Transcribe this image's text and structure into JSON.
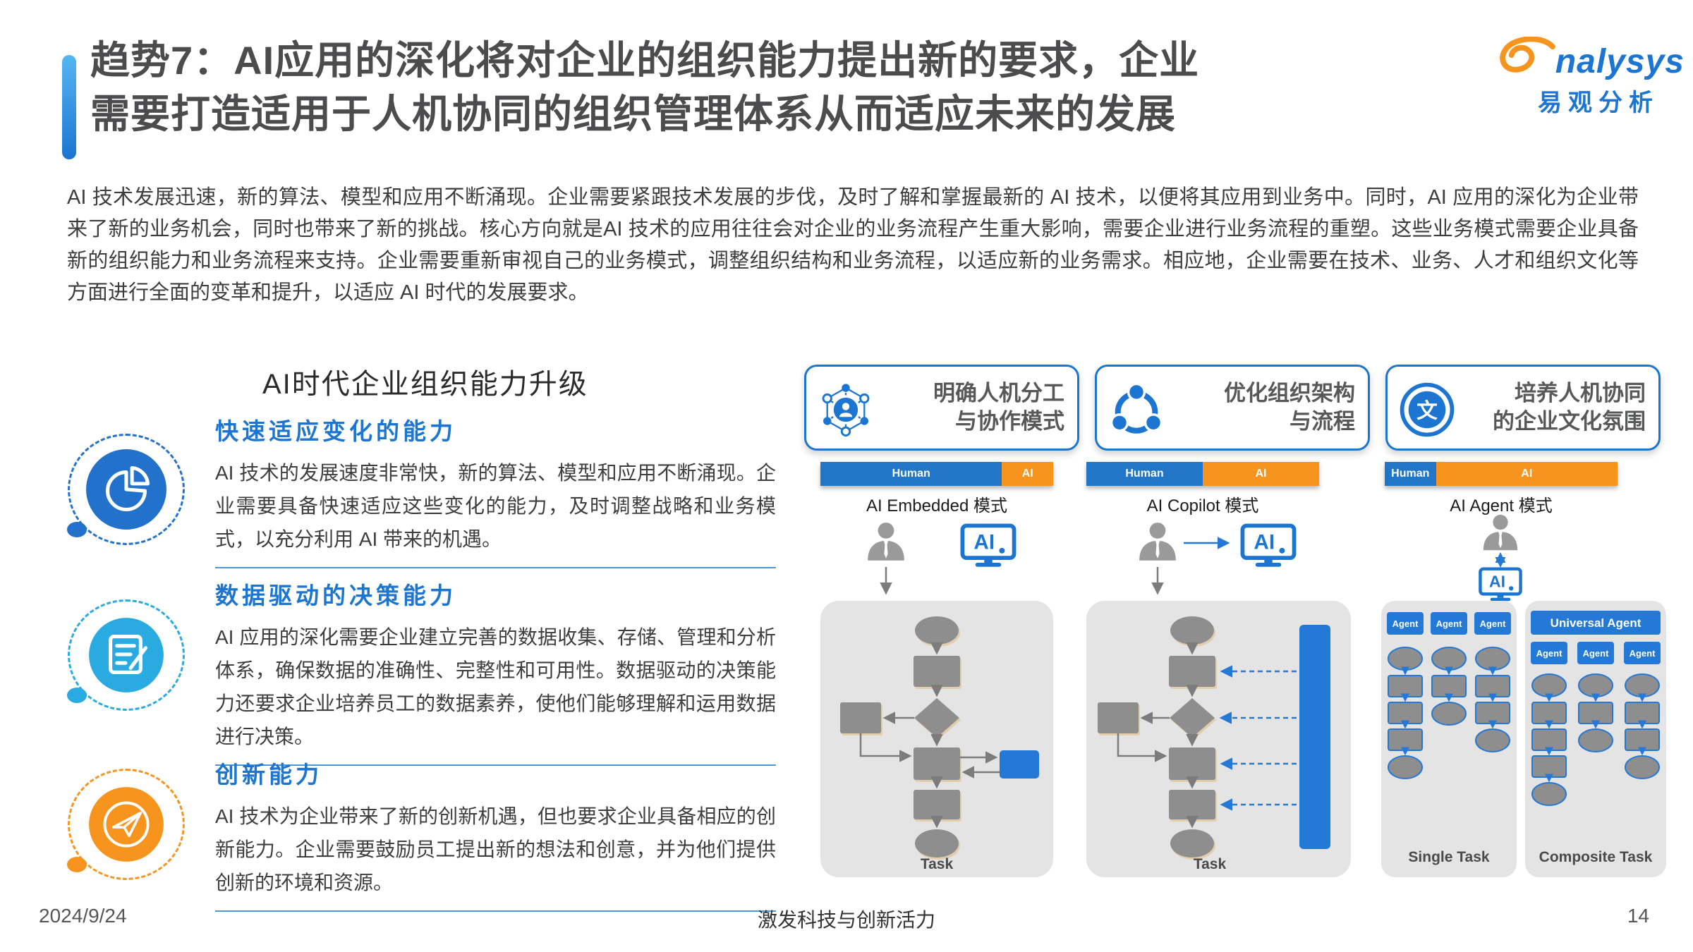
{
  "header": {
    "title_line1": "趋势7：AI应用的深化将对企业的组织能力提出新的要求，企业",
    "title_line2": "需要打造适用于人机协同的组织管理体系从而适应未来的发展",
    "logo_brand": "nalysys",
    "logo_cn": "易观分析"
  },
  "intro": "AI 技术发展迅速，新的算法、模型和应用不断涌现。企业需要紧跟技术发展的步伐，及时了解和掌握最新的 AI 技术，以便将其应用到业务中。同时，AI 应用的深化为企业带来了新的业务机会，同时也带来了新的挑战。核心方向就是AI 技术的应用往往会对企业的业务流程产生重大影响，需要企业进行业务流程的重塑。这些业务模式需要企业具备新的组织能力和业务流程来支持。企业需要重新审视自己的业务模式，调整组织结构和业务流程，以适应新的业务需求。相应地，企业需要在技术、业务、人才和组织文化等方面进行全面的变革和提升，以适应 AI 时代的发展要求。",
  "capabilities": {
    "title": "AI时代企业组织能力升级",
    "items": [
      {
        "heading": "快速适应变化的能力",
        "body": "AI 技术的发展速度非常快，新的算法、模型和应用不断涌现。企业需要具备快速适应这些变化的能力，及时调整战略和业务模式，以充分利用 AI 带来的机遇。",
        "icon": "pie-chart-icon",
        "color": "#2272cc"
      },
      {
        "heading": "数据驱动的决策能力",
        "body": "AI 应用的深化需要企业建立完善的数据收集、存储、管理和分析体系，确保数据的准确性、完整性和可用性。数据驱动的决策能力还要求企业培养员工的数据素养，使他们能够理解和运用数据进行决策。",
        "icon": "document-edit-icon",
        "color": "#29abe2"
      },
      {
        "heading": "创新能力",
        "body": "AI 技术为企业带来了新的创新机遇，但也要求企业具备相应的创新能力。企业需要鼓励员工提出新的想法和创意，并为他们提供创新的环境和资源。",
        "icon": "paper-plane-icon",
        "color": "#f7941e"
      }
    ]
  },
  "modes": {
    "cards": [
      {
        "title_line1": "明确人机分工",
        "title_line2": "与协作模式",
        "icon": "human-machine-network-icon"
      },
      {
        "title_line1": "优化组织架构",
        "title_line2": "与流程",
        "icon": "share-network-icon"
      },
      {
        "title_line1": "培养人机协同",
        "title_line2": "的企业文化氛围",
        "icon": "culture-language-icon"
      }
    ],
    "bars": [
      {
        "human_label": "Human",
        "ai_label": "AI",
        "human_pct": 78,
        "ai_pct": 22
      },
      {
        "human_label": "Human",
        "ai_label": "AI",
        "human_pct": 50,
        "ai_pct": 50
      },
      {
        "human_label": "Human",
        "ai_label": "AI",
        "human_pct": 22,
        "ai_pct": 78
      }
    ],
    "mode_labels": [
      "AI Embedded 模式",
      "AI Copilot 模式",
      "AI Agent 模式"
    ],
    "ai_icon_label": "AI",
    "task_label": "Task",
    "agent_label": "Agent",
    "universal_agent_label": "Universal Agent",
    "single_task_label": "Single Task",
    "composite_task_label": "Composite Task"
  },
  "footer": {
    "date": "2024/9/24",
    "slogan": "激发科技与创新活力",
    "page": "14"
  },
  "colors": {
    "primary_blue": "#1b75d1",
    "deep_blue": "#2272cc",
    "light_blue": "#29abe2",
    "orange": "#f7941e",
    "bar_blue": "#2176c7",
    "flow_blue": "#2478d6"
  }
}
